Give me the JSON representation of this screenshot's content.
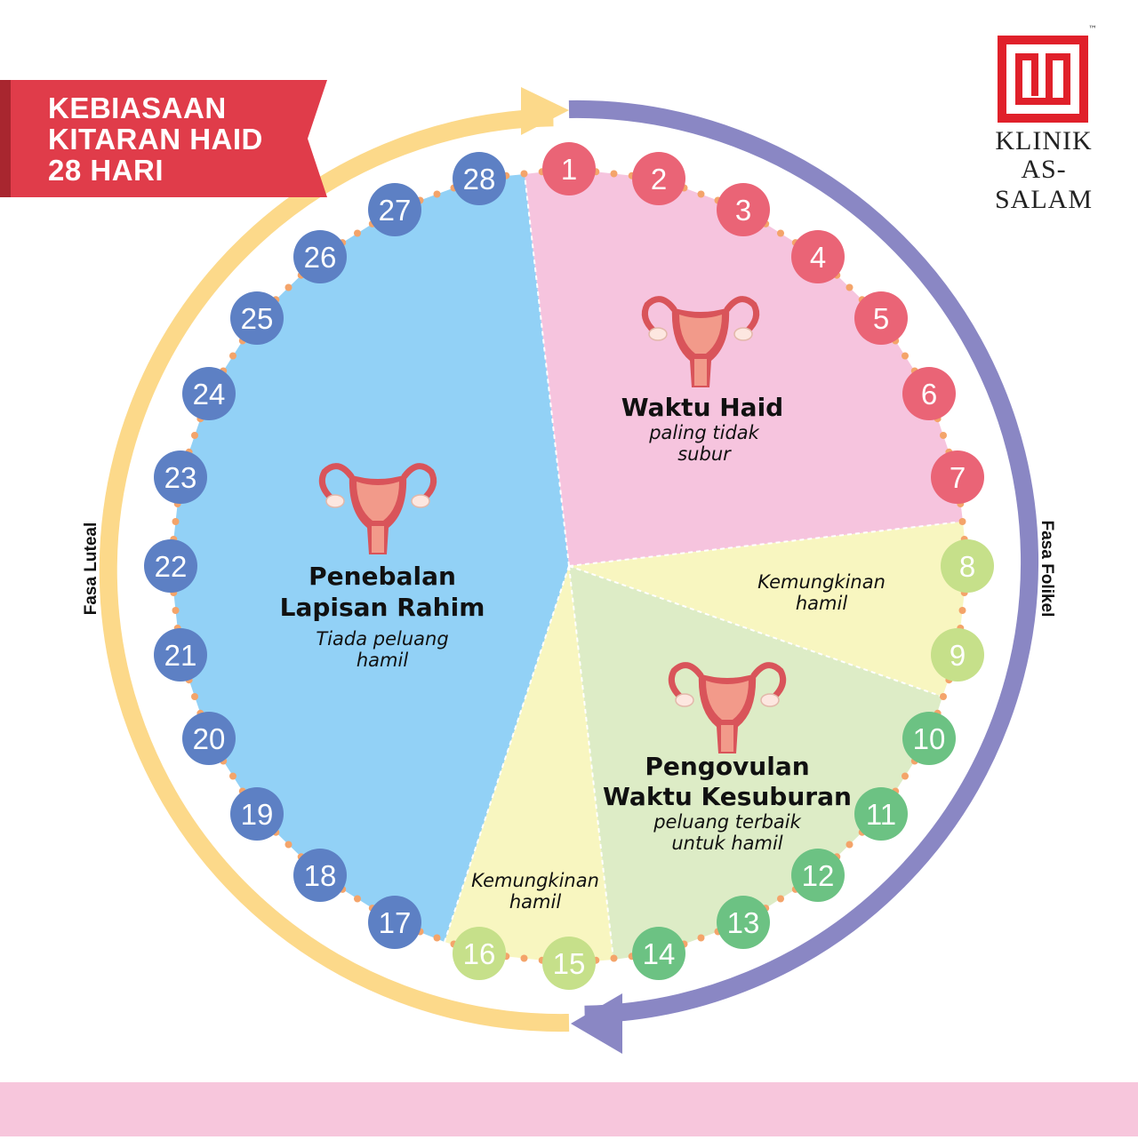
{
  "title": {
    "lines": [
      "KEBIASAAN",
      "KITARAN HAID",
      "28 HARI"
    ]
  },
  "logo": {
    "name_line1": "KLINIK",
    "name_line2": "AS-SALAM",
    "trademark": "™"
  },
  "phases": {
    "luteal_label": "Fasa Luteal",
    "follicular_label": "Fasa Folikel"
  },
  "sections": {
    "menstruation": {
      "title": "Waktu Haid",
      "subtitle": [
        "paling tidak",
        "subur"
      ]
    },
    "ovulation": {
      "title": [
        "Pengovulan",
        "Waktu Kesuburan"
      ],
      "subtitle": [
        "peluang terbaik",
        "untuk hamil"
      ]
    },
    "possible_right": {
      "text": [
        "Kemungkinan",
        "hamil"
      ]
    },
    "possible_bottom": {
      "text": [
        "Kemungkinan",
        "hamil"
      ]
    },
    "thickening": {
      "title": [
        "Penebalan",
        "Lapisan Rahim"
      ],
      "subtitle": [
        "Tiada peluang",
        "hamil"
      ]
    }
  },
  "days": [
    "1",
    "2",
    "3",
    "4",
    "5",
    "6",
    "7",
    "8",
    "9",
    "10",
    "11",
    "12",
    "13",
    "14",
    "15",
    "16",
    "17",
    "18",
    "19",
    "20",
    "21",
    "22",
    "23",
    "24",
    "25",
    "26",
    "27",
    "28"
  ],
  "colors": {
    "banner": "#e03c4a",
    "banner_dark": "#a8262f",
    "logo_red": "#e0202a",
    "luteal_arrow": "#fcd98a",
    "follicular_arrow": "#8a87c4",
    "dot": "#f4a46a",
    "menstruation_fill": "#f6c4de",
    "menstruation_day": "#ea6476",
    "ovulation_fill": "#ddecc6",
    "ovulation_day": "#6cc283",
    "possible_fill": "#f8f6c0",
    "possible_day": "#c6e08a",
    "thickening_fill": "#92d1f6",
    "thickening_day": "#5d80c4",
    "uterus_red": "#d9545a",
    "uterus_pink": "#f29a8a"
  }
}
